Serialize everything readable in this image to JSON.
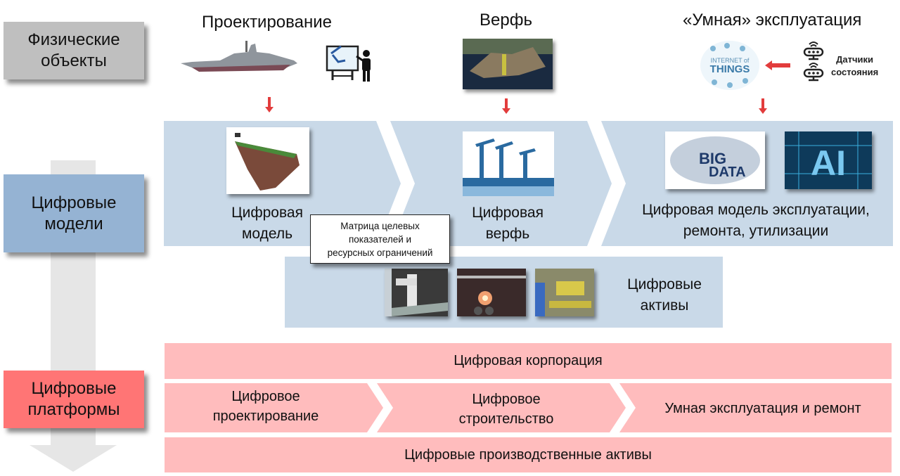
{
  "left_labels": {
    "physical": [
      "Физические",
      "объекты"
    ],
    "models": [
      "Цифровые",
      "модели"
    ],
    "platforms": [
      "Цифровые",
      "платформы"
    ]
  },
  "top_row": {
    "design": {
      "heading": "Проектирование",
      "images": [
        "warship-image",
        "designer-whiteboard-icon"
      ]
    },
    "shipyard": {
      "heading": "Верфь",
      "images": [
        "shipyard-aerial-photo"
      ]
    },
    "smart_ops": {
      "heading": "«Умная» эксплуатация",
      "images": [
        "internet-of-things-cloud"
      ],
      "sensors_label": [
        "Датчики",
        "состояния"
      ]
    }
  },
  "digital_models_band": {
    "stages": [
      {
        "label": [
          "Цифровая",
          "модель"
        ],
        "image": "ship-3d-model"
      },
      {
        "label": [
          "Цифровая",
          "верфь"
        ],
        "image": "cranes-silhouette"
      },
      {
        "label": [
          "Цифровая модель эксплуатации,",
          "ремонта, утилизации"
        ],
        "images": [
          "big-data-wordcloud",
          "ai-circuit"
        ]
      }
    ],
    "callout": [
      "Матрица целевых",
      "показателей и",
      "ресурсных ограничений"
    ]
  },
  "digital_assets_band": {
    "label": [
      "Цифровые",
      "активы"
    ],
    "images": [
      "robot-arm-photo",
      "laser-cutting-photo",
      "production-line-photo"
    ]
  },
  "platforms": {
    "corporation": "Цифровая корпорация",
    "stages": [
      [
        "Цифровое",
        "проектирование"
      ],
      [
        "Цифровое",
        "строительство"
      ],
      [
        "Умная эксплуатация и ремонт"
      ]
    ],
    "production_assets": "Цифровые производственные активы"
  },
  "colors": {
    "physical_label": "#bfbfbf",
    "models_label": "#95b3d3",
    "platforms_label": "#ff7575",
    "blue_band": "#c9d9e8",
    "pink_band": "#ffbcbd",
    "arrow_red": "#e23c3c",
    "arrow_gray": "#e6e6e6"
  }
}
